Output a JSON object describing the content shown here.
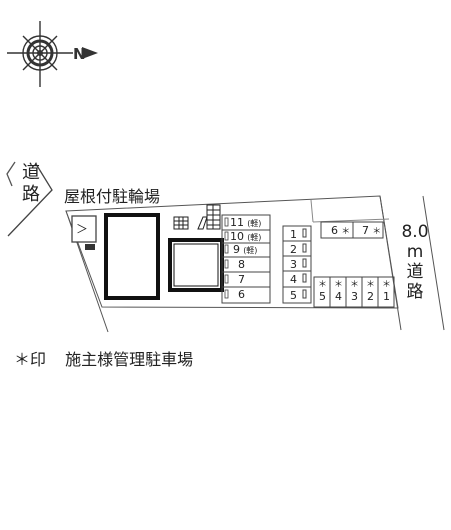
{
  "compass": {
    "north_letter": "N"
  },
  "roads": {
    "left": {
      "chars": [
        "道",
        "路"
      ]
    },
    "right": {
      "width": "8.0",
      "unit": "m",
      "chars": [
        "道",
        "路"
      ]
    }
  },
  "covered_parking_label": "屋根付駐輪場",
  "entrance_mark": "＞",
  "parking": {
    "column_a": [
      {
        "no": "11",
        "note": "(軽)"
      },
      {
        "no": "10",
        "note": "(軽)"
      },
      {
        "no": "9",
        "note": "(軽)"
      },
      {
        "no": "8",
        "note": ""
      },
      {
        "no": "7",
        "note": ""
      },
      {
        "no": "6",
        "note": ""
      }
    ],
    "column_b": [
      "1",
      "2",
      "3",
      "4",
      "5"
    ],
    "top_row": [
      {
        "no": "6",
        "mark": "＊"
      },
      {
        "no": "7",
        "mark": "＊"
      }
    ],
    "bottom_row": [
      {
        "no": "5",
        "mark": "＊"
      },
      {
        "no": "4",
        "mark": "＊"
      },
      {
        "no": "3",
        "mark": "＊"
      },
      {
        "no": "2",
        "mark": "＊"
      },
      {
        "no": "1",
        "mark": "＊"
      }
    ]
  },
  "legend": {
    "mark": "＊印",
    "text": "施主様管理駐車場"
  }
}
